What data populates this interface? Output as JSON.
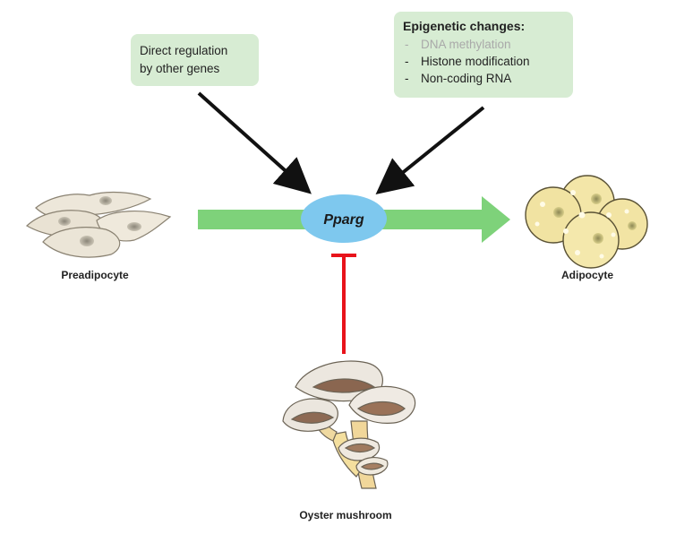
{
  "direct_box": {
    "text_line1": "Direct regulation",
    "text_line2": "by other genes"
  },
  "epigenetic_box": {
    "title": "Epigenetic changes:",
    "items": [
      "DNA methylation",
      "Histone modification",
      "Non-coding RNA"
    ]
  },
  "center_node": {
    "label": "Pparg"
  },
  "labels": {
    "preadipocyte": "Preadipocyte",
    "adipocyte": "Adipocyte",
    "mushroom": "Oyster mushroom"
  },
  "colors": {
    "box_fill": "#d7ecd3",
    "main_arrow": "#7ed27a",
    "node_fill": "#7ec8ee",
    "inhibition": "#e8131b",
    "regulation_arrows": "#111111",
    "faded_text": "#a9a9a9"
  }
}
